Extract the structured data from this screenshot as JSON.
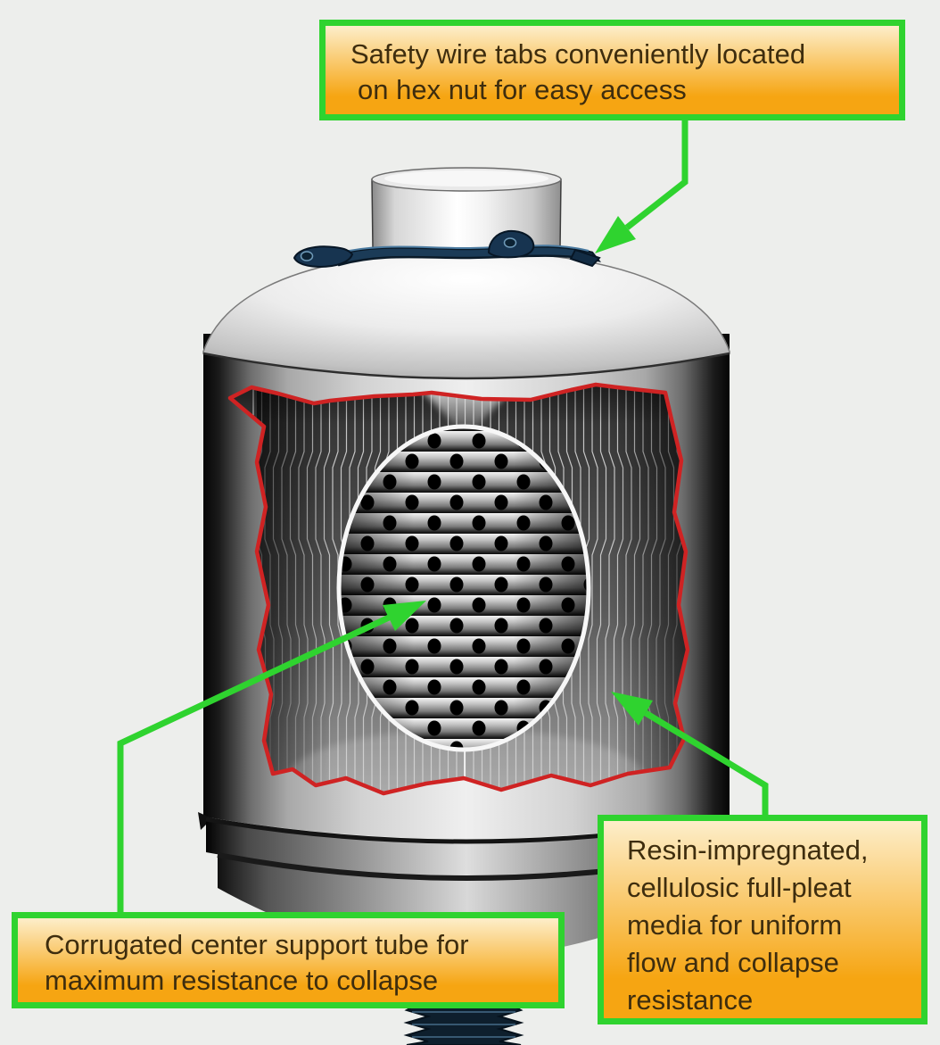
{
  "page": {
    "background": "#edeeec"
  },
  "diagram": {
    "title": "Oil filter cutaway diagram",
    "callouts": {
      "safety_wire": {
        "lines": [
          "Safety wire tabs conveniently located",
          "on hex nut for easy access"
        ],
        "points_to": "safety wire tab on hex nut"
      },
      "center_tube": {
        "lines": [
          "Corrugated center support tube for",
          "maximum resistance to collapse"
        ],
        "points_to": "perforated center support tube"
      },
      "media": {
        "lines": [
          "Resin-impregnated,",
          "cellulosic full-pleat",
          "media for uniform",
          "flow and collapse",
          "resistance"
        ],
        "points_to": "pleated filter media"
      }
    },
    "colors": {
      "callout_border": "#2fd32f",
      "callout_bg_top": "#fdeeca",
      "callout_bg_bottom": "#f6a512",
      "callout_text": "#3e2d0e",
      "arrow_green": "#2fd32f",
      "cutaway_outline_red": "#cf2323"
    }
  }
}
